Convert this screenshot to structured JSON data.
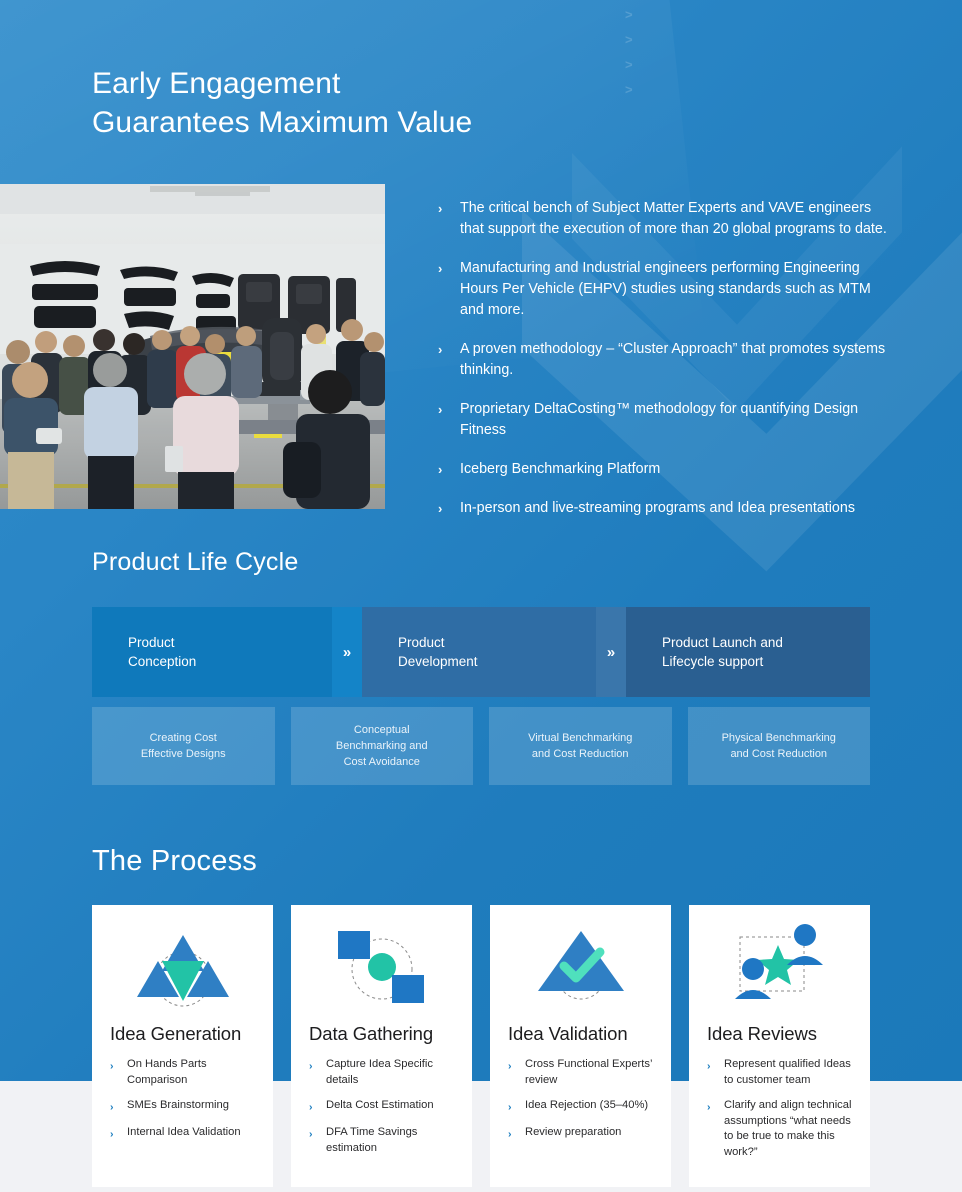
{
  "hero": {
    "title_line1": "Early Engagement",
    "title_line2": "Guarantees Maximum Value",
    "top_chevrons": [
      ">",
      ">",
      ">",
      ">"
    ],
    "photo_alt": "Engineers gathered around vehicle teardown parts in benchmarking facility",
    "bullets": [
      "The critical bench of Subject Matter Experts and VAVE engineers that support the execution of more than 20 global programs to date.",
      "Manufacturing and Industrial engineers performing Engineering Hours Per Vehicle (EHPV) studies using standards such as MTM and more.",
      "A proven methodology – “Cluster Approach” that promotes systems thinking.",
      "Proprietary DeltaCosting™ methodology for quantifying Design Fitness",
      "Iceberg Benchmarking Platform",
      "In-person and live-streaming programs and Idea presentations"
    ]
  },
  "lifecycle": {
    "heading": "Product Life Cycle",
    "arrow_glyph": "»",
    "stages": [
      {
        "line1": "Product",
        "line2": "Conception",
        "color": "#0f79bb"
      },
      {
        "line1": "Product",
        "line2": "Development",
        "color": "#2f6da5"
      },
      {
        "line1": "Product Launch and",
        "line2": "Lifecycle support",
        "color": "#2a5f91"
      }
    ],
    "sub_boxes": [
      {
        "line1": "Creating Cost",
        "line2": "Effective Designs",
        "line3": ""
      },
      {
        "line1": "Conceptual",
        "line2": "Benchmarking and",
        "line3": "Cost Avoidance"
      },
      {
        "line1": "Virtual Benchmarking",
        "line2": "and Cost Reduction",
        "line3": ""
      },
      {
        "line1": "Physical Benchmarking",
        "line2": "and Cost Reduction",
        "line3": ""
      }
    ]
  },
  "process": {
    "heading": "The Process",
    "chevron_glyph": "›",
    "cards": [
      {
        "icon": "triangles-cluster-icon",
        "title": "Idea Generation",
        "bullets": [
          "On Hands Parts Comparison",
          "SMEs Brainstorming",
          "Internal Idea Validation"
        ]
      },
      {
        "icon": "squares-circle-icon",
        "title": "Data Gathering",
        "bullets": [
          "Capture Idea Specific details",
          "Delta Cost Estimation",
          "DFA Time Savings estimation"
        ]
      },
      {
        "icon": "triangle-check-icon",
        "title": "Idea Validation",
        "bullets": [
          "Cross Functional Experts’ review",
          "Idea Rejection (35–40%)",
          "Review preparation"
        ]
      },
      {
        "icon": "people-star-icon",
        "title": "Idea Reviews",
        "bullets": [
          "Represent qualified Ideas to customer team",
          "Clarify and align technical assumptions “what needs to be true to make this work?”"
        ]
      }
    ]
  },
  "colors": {
    "brand_blue": "#1f7cbd",
    "stage_blue_1": "#0f79bb",
    "stage_blue_2": "#2f6da5",
    "stage_blue_3": "#2a5f91",
    "icon_blue": "#1f77c4",
    "icon_teal": "#22c3a6",
    "page_background": "#f1f2f5"
  }
}
